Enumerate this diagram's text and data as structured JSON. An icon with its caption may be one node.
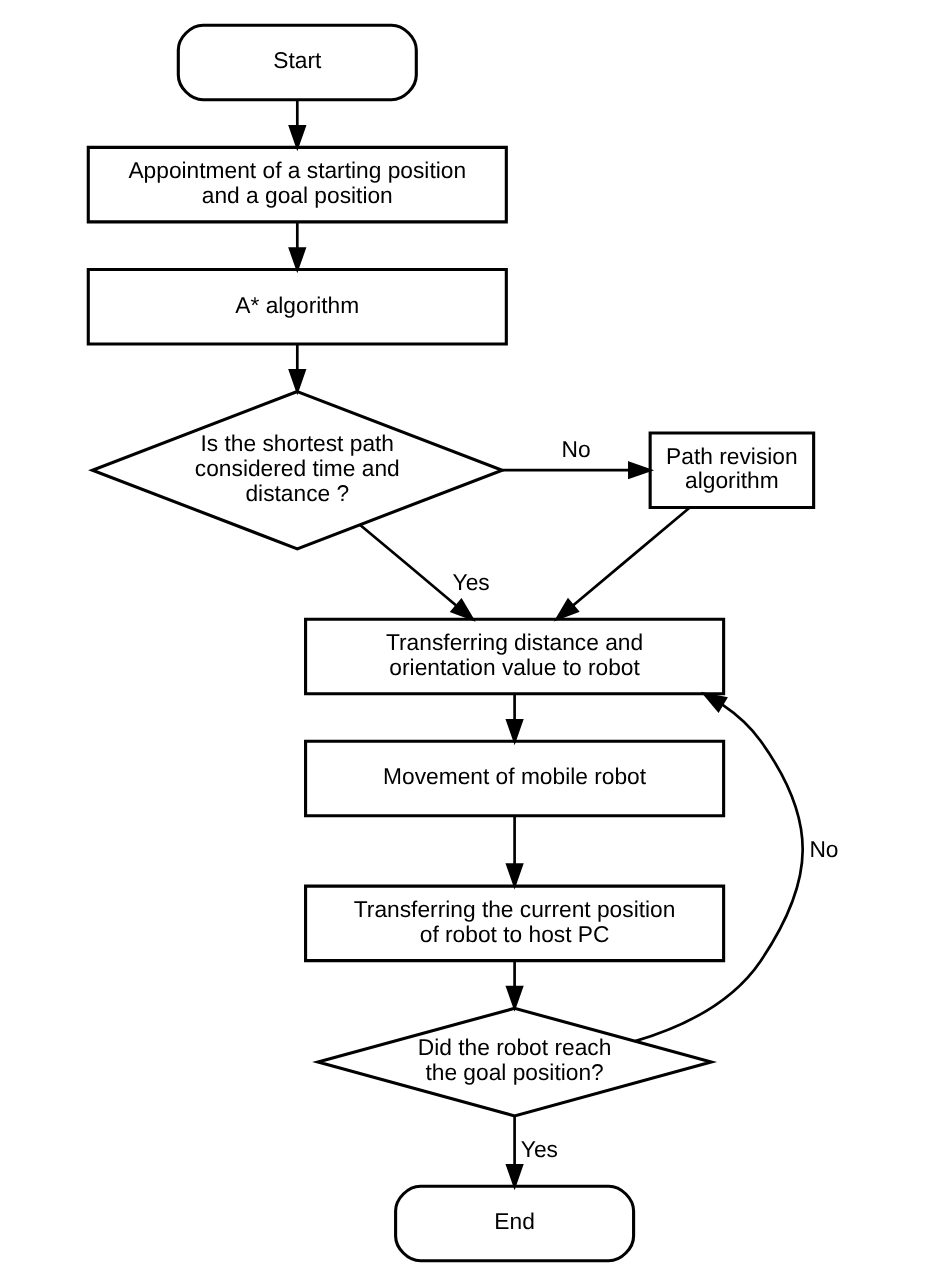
{
  "diagram": {
    "nodes": [
      {
        "text": [
          "Start"
        ]
      },
      {
        "text": [
          "Appointment of a starting position and a goal position"
        ]
      },
      {
        "text": [
          "A* algorithm"
        ]
      },
      {
        "text": [
          "Is the shortest path considered time and distance ?"
        ]
      },
      {
        "text": [
          "Path revision algorithm"
        ]
      },
      {
        "text": [
          "Transferring distance and orientation value to robot"
        ]
      },
      {
        "text": [
          "Movement of mobile robot"
        ]
      },
      {
        "text": [
          "Transferring the current position of robot to host PC"
        ]
      },
      {
        "text": [
          "Did the robot reach the goal position?"
        ]
      },
      {
        "text": [
          "End"
        ]
      }
    ],
    "edges": [
      {
        "from": 0,
        "to": 1,
        "arrow": "to"
      },
      {
        "from": 1,
        "to": 2,
        "arrow": "to"
      },
      {
        "from": 2,
        "to": 3,
        "arrow": "to"
      },
      {
        "from": 3,
        "to": 4,
        "arrow": "to",
        "label": "No"
      },
      {
        "from": 3,
        "to": 5,
        "arrow": "to",
        "label": "Yes"
      },
      {
        "from": 4,
        "to": 5,
        "arrow": "to"
      },
      {
        "from": 5,
        "to": 6,
        "arrow": "to"
      },
      {
        "from": 6,
        "to": 7,
        "arrow": "to"
      },
      {
        "from": 7,
        "to": 8,
        "arrow": "to"
      },
      {
        "from": 8,
        "to": 5,
        "arrow": "to",
        "label": "No"
      },
      {
        "from": 8,
        "to": 9,
        "arrow": "to",
        "label": "Yes"
      }
    ]
  }
}
